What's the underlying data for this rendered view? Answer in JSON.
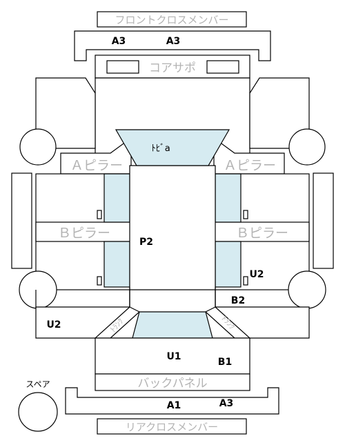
{
  "labels": {
    "front_cross_member": "フロントクロスメンバー",
    "core_support": "コアサポ",
    "a_pillar_left": "Ａピラー",
    "a_pillar_right": "Ａピラー",
    "b_pillar_left": "Ｂピラー",
    "b_pillar_right": "Ｂピラー",
    "back_panel": "バックパネル",
    "rear_cross_member": "リアクロスメンバー",
    "spare": "スペア",
    "roof_top": "ﾄﾋﾞa",
    "trunk_left": "ﾄﾗﾝｸ",
    "trunk_right": "ﾄﾗﾝｸ"
  },
  "codes": {
    "a3_front_left": "A3",
    "a3_front_right": "A3",
    "p2": "P2",
    "u2_right": "U2",
    "b2": "B2",
    "u2_left": "U2",
    "u1": "U1",
    "b1": "B1",
    "a1": "A1",
    "a3_rear": "A3"
  },
  "colors": {
    "panel_fill": "#d6ebf1",
    "outline": "#000000",
    "label_grey": "#b3b3b3"
  }
}
